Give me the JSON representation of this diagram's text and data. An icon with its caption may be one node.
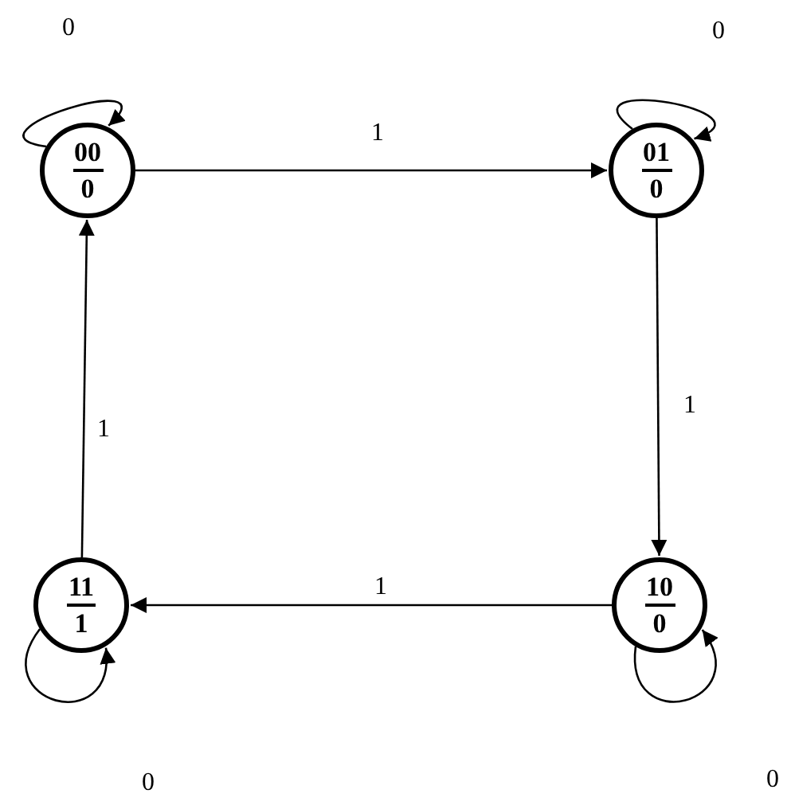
{
  "diagram": {
    "nodes": [
      {
        "text": [
          "00",
          "0"
        ]
      },
      {
        "text": [
          "01",
          "0"
        ]
      },
      {
        "text": [
          "10",
          "0"
        ]
      },
      {
        "text": [
          "11",
          "1"
        ]
      }
    ],
    "edges": [
      {
        "from": 0,
        "to": 0,
        "label": "0",
        "arrow": "to"
      },
      {
        "from": 0,
        "to": 1,
        "label": "1",
        "arrow": "to"
      },
      {
        "from": 1,
        "to": 1,
        "label": "0",
        "arrow": "to"
      },
      {
        "from": 1,
        "to": 2,
        "label": "1",
        "arrow": "to"
      },
      {
        "from": 2,
        "to": 2,
        "label": "0",
        "arrow": "to"
      },
      {
        "from": 2,
        "to": 3,
        "label": "1",
        "arrow": "to"
      },
      {
        "from": 3,
        "to": 3,
        "label": "0",
        "arrow": "to"
      },
      {
        "from": 3,
        "to": 0,
        "label": "1",
        "arrow": "to"
      }
    ]
  }
}
